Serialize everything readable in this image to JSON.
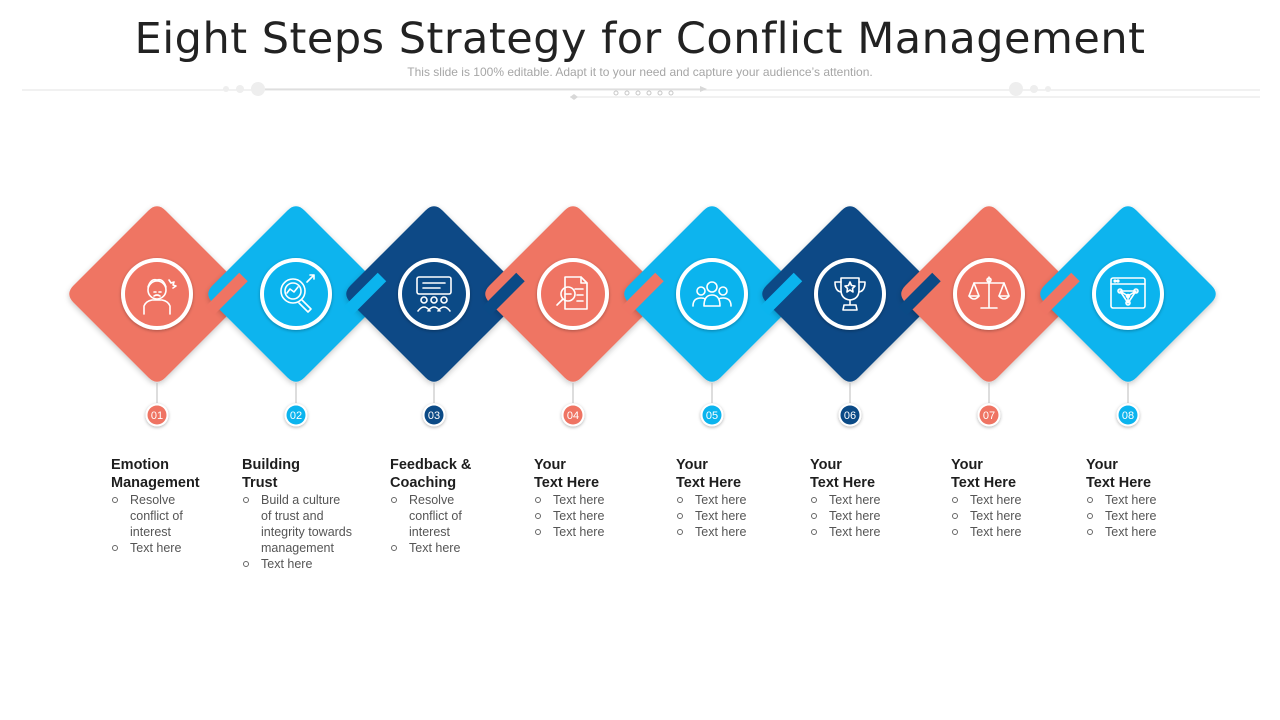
{
  "title": "Eight Steps Strategy for Conflict Management",
  "subtitle": "This slide is 100% editable. Adapt it to your need and capture your audience’s attention.",
  "colors": {
    "coral": "#EF7463",
    "sky": "#0BB4EE",
    "navy": "#0B4A86",
    "text": "#1e1e1e"
  },
  "steps": [
    {
      "number": "01",
      "color": "coral",
      "icon": "person-stress-icon",
      "title_lines": [
        "Emotion",
        "Management"
      ],
      "bullets": [
        "Resolve conflict of interest",
        "Text here"
      ]
    },
    {
      "number": "02",
      "color": "sky",
      "icon": "magnifier-search-icon",
      "title_lines": [
        "Building",
        "Trust"
      ],
      "bullets": [
        "Build a culture of trust and integrity towards management",
        "Text here"
      ]
    },
    {
      "number": "03",
      "color": "navy",
      "icon": "meeting-presentation-icon",
      "title_lines": [
        "Feedback &",
        "Coaching"
      ],
      "bullets": [
        "Resolve conflict of interest",
        "Text here"
      ]
    },
    {
      "number": "04",
      "color": "coral",
      "icon": "document-search-icon",
      "title_lines": [
        "Your",
        "Text Here"
      ],
      "bullets": [
        "Text here",
        "Text here",
        "Text here"
      ]
    },
    {
      "number": "05",
      "color": "sky",
      "icon": "team-group-icon",
      "title_lines": [
        "Your",
        "Text Here"
      ],
      "bullets": [
        "Text here",
        "Text here",
        "Text here"
      ]
    },
    {
      "number": "06",
      "color": "navy",
      "icon": "trophy-icon",
      "title_lines": [
        "Your",
        "Text Here"
      ],
      "bullets": [
        "Text here",
        "Text here",
        "Text here"
      ]
    },
    {
      "number": "07",
      "color": "coral",
      "icon": "balance-scale-icon",
      "title_lines": [
        "Your",
        "Text Here"
      ],
      "bullets": [
        "Text here",
        "Text here",
        "Text here"
      ]
    },
    {
      "number": "08",
      "color": "sky",
      "icon": "web-network-icon",
      "title_lines": [
        "Your",
        "Text Here"
      ],
      "bullets": [
        "Text here",
        "Text here",
        "Text here"
      ]
    }
  ]
}
